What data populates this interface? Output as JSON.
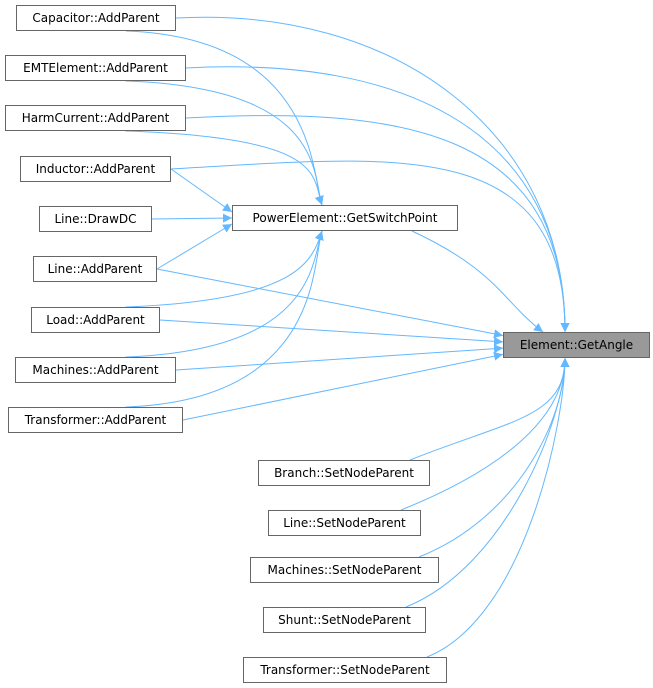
{
  "diagram": {
    "type": "caller-graph",
    "edge_color": "#63b8ff",
    "focus_fill": "#999999",
    "node_border": "#666666",
    "focus": {
      "id": "getangle",
      "label": "Element::GetAngle"
    },
    "intermediate": {
      "id": "getswitchpoint",
      "label": "PowerElement::GetSwitchPoint"
    },
    "nodes": [
      {
        "id": "cap_add",
        "label": "Capacitor::AddParent"
      },
      {
        "id": "emt_add",
        "label": "EMTElement::AddParent"
      },
      {
        "id": "harm_add",
        "label": "HarmCurrent::AddParent"
      },
      {
        "id": "ind_add",
        "label": "Inductor::AddParent"
      },
      {
        "id": "line_drawdc",
        "label": "Line::DrawDC"
      },
      {
        "id": "line_add",
        "label": "Line::AddParent"
      },
      {
        "id": "load_add",
        "label": "Load::AddParent"
      },
      {
        "id": "mach_add",
        "label": "Machines::AddParent"
      },
      {
        "id": "trafo_add",
        "label": "Transformer::AddParent"
      },
      {
        "id": "branch_snp",
        "label": "Branch::SetNodeParent"
      },
      {
        "id": "line_snp",
        "label": "Line::SetNodeParent"
      },
      {
        "id": "mach_snp",
        "label": "Machines::SetNodeParent"
      },
      {
        "id": "shunt_snp",
        "label": "Shunt::SetNodeParent"
      },
      {
        "id": "trafo_snp",
        "label": "Transformer::SetNodeParent"
      }
    ],
    "edges": [
      [
        "cap_add",
        "getswitchpoint"
      ],
      [
        "emt_add",
        "getswitchpoint"
      ],
      [
        "harm_add",
        "getswitchpoint"
      ],
      [
        "ind_add",
        "getswitchpoint"
      ],
      [
        "line_drawdc",
        "getswitchpoint"
      ],
      [
        "line_add",
        "getswitchpoint"
      ],
      [
        "load_add",
        "getswitchpoint"
      ],
      [
        "mach_add",
        "getswitchpoint"
      ],
      [
        "trafo_add",
        "getswitchpoint"
      ],
      [
        "cap_add",
        "getangle"
      ],
      [
        "emt_add",
        "getangle"
      ],
      [
        "harm_add",
        "getangle"
      ],
      [
        "ind_add",
        "getangle"
      ],
      [
        "getswitchpoint",
        "getangle"
      ],
      [
        "line_add",
        "getangle"
      ],
      [
        "load_add",
        "getangle"
      ],
      [
        "mach_add",
        "getangle"
      ],
      [
        "trafo_add",
        "getangle"
      ],
      [
        "branch_snp",
        "getangle"
      ],
      [
        "line_snp",
        "getangle"
      ],
      [
        "mach_snp",
        "getangle"
      ],
      [
        "shunt_snp",
        "getangle"
      ],
      [
        "trafo_snp",
        "getangle"
      ]
    ]
  }
}
